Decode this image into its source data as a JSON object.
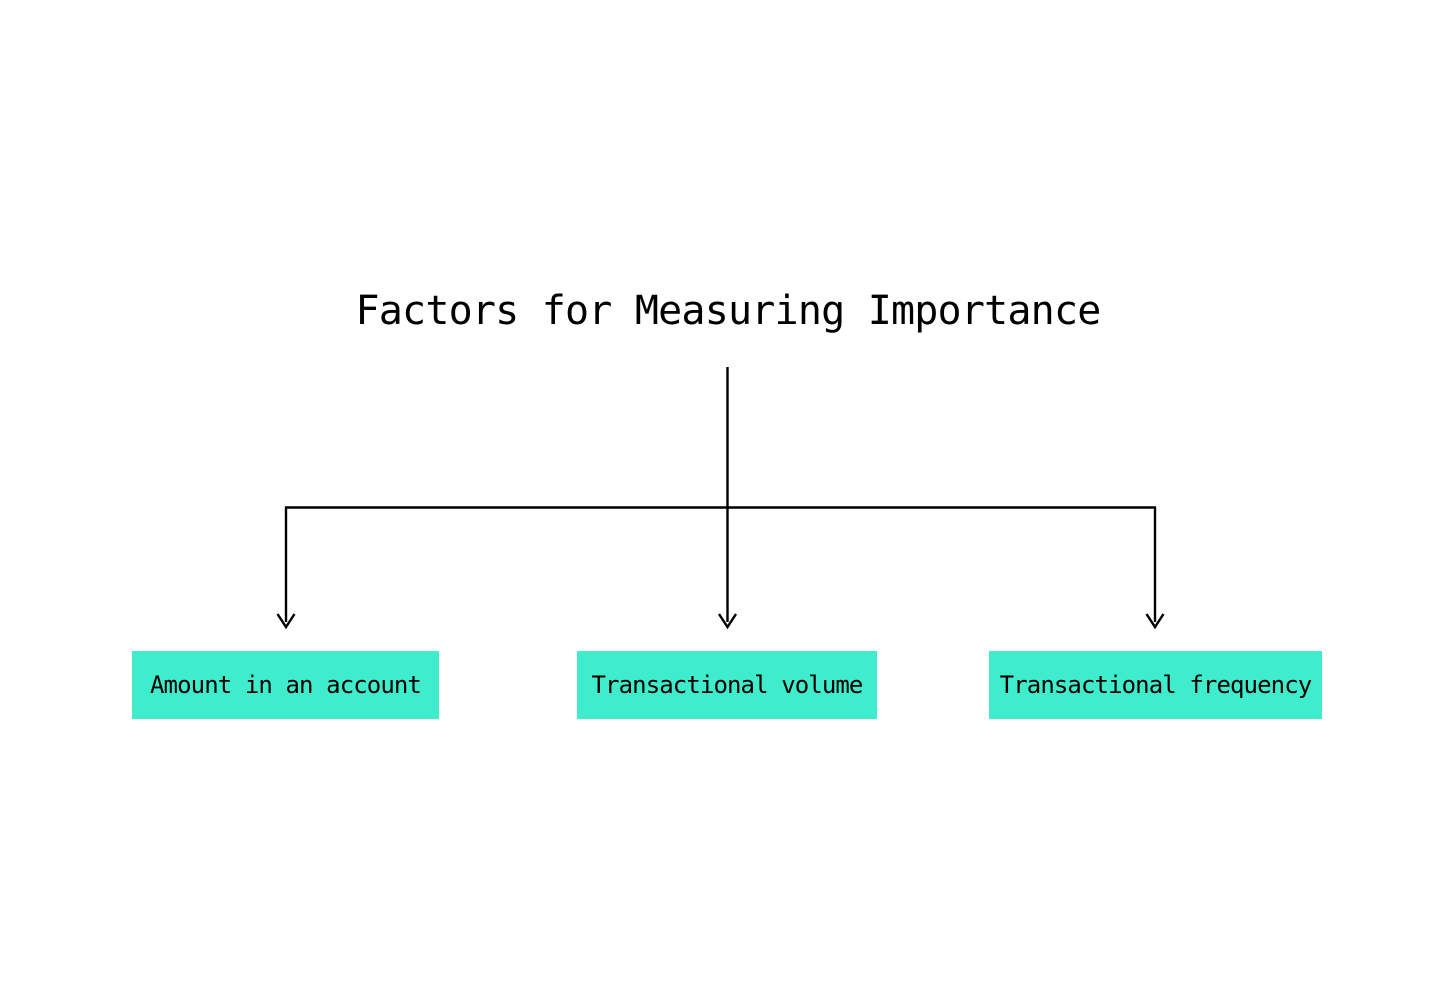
{
  "diagram": {
    "type": "tree",
    "orientation": "top-down",
    "title": "Factors for Measuring Importance",
    "background_color": "#FFFFFF",
    "line_color": "#000000",
    "node_fill_color": "#3FEDCC",
    "node_text_color": "#000000",
    "nodes": [
      {
        "id": "node-1",
        "label": "Amount in an account"
      },
      {
        "id": "node-2",
        "label": "Transactional volume"
      },
      {
        "id": "node-3",
        "label": "Transactional frequency"
      }
    ],
    "connectors": [
      {
        "name": "root-stem",
        "from": "title",
        "to": "branch-bar"
      },
      {
        "name": "branch-to-node-1",
        "from": "branch-bar",
        "to": "node-1",
        "arrow": "down"
      },
      {
        "name": "branch-to-node-2",
        "from": "branch-bar",
        "to": "node-2",
        "arrow": "down"
      },
      {
        "name": "branch-to-node-3",
        "from": "branch-bar",
        "to": "node-3",
        "arrow": "down"
      }
    ]
  }
}
